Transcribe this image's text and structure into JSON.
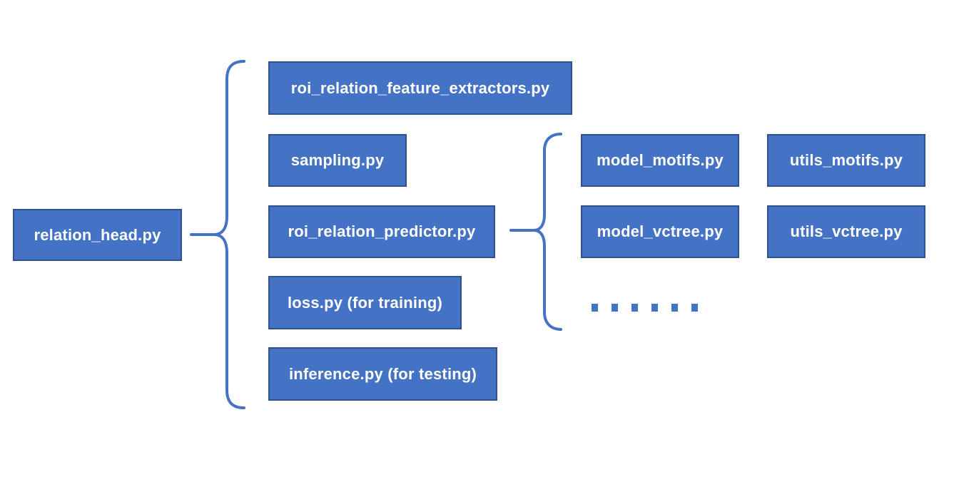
{
  "colors": {
    "box_fill": "#4472C4",
    "box_border": "#2F528F",
    "text_color": "#FFFFFF",
    "brace_color": "#4472C4",
    "background": "#FFFFFF"
  },
  "diagram": {
    "root": {
      "label": "relation_head.py"
    },
    "level1": [
      {
        "label": "roi_relation_feature_extractors.py"
      },
      {
        "label": "sampling.py"
      },
      {
        "label": "roi_relation_predictor.py"
      },
      {
        "label": "loss.py (for training)"
      },
      {
        "label": "inference.py (for testing)"
      }
    ],
    "level2": [
      {
        "label": "model_motifs.py"
      },
      {
        "label": "utils_motifs.py"
      },
      {
        "label": "model_vctree.py"
      },
      {
        "label": "utils_vctree.py"
      }
    ],
    "ellipsis_dot_count": 6
  }
}
